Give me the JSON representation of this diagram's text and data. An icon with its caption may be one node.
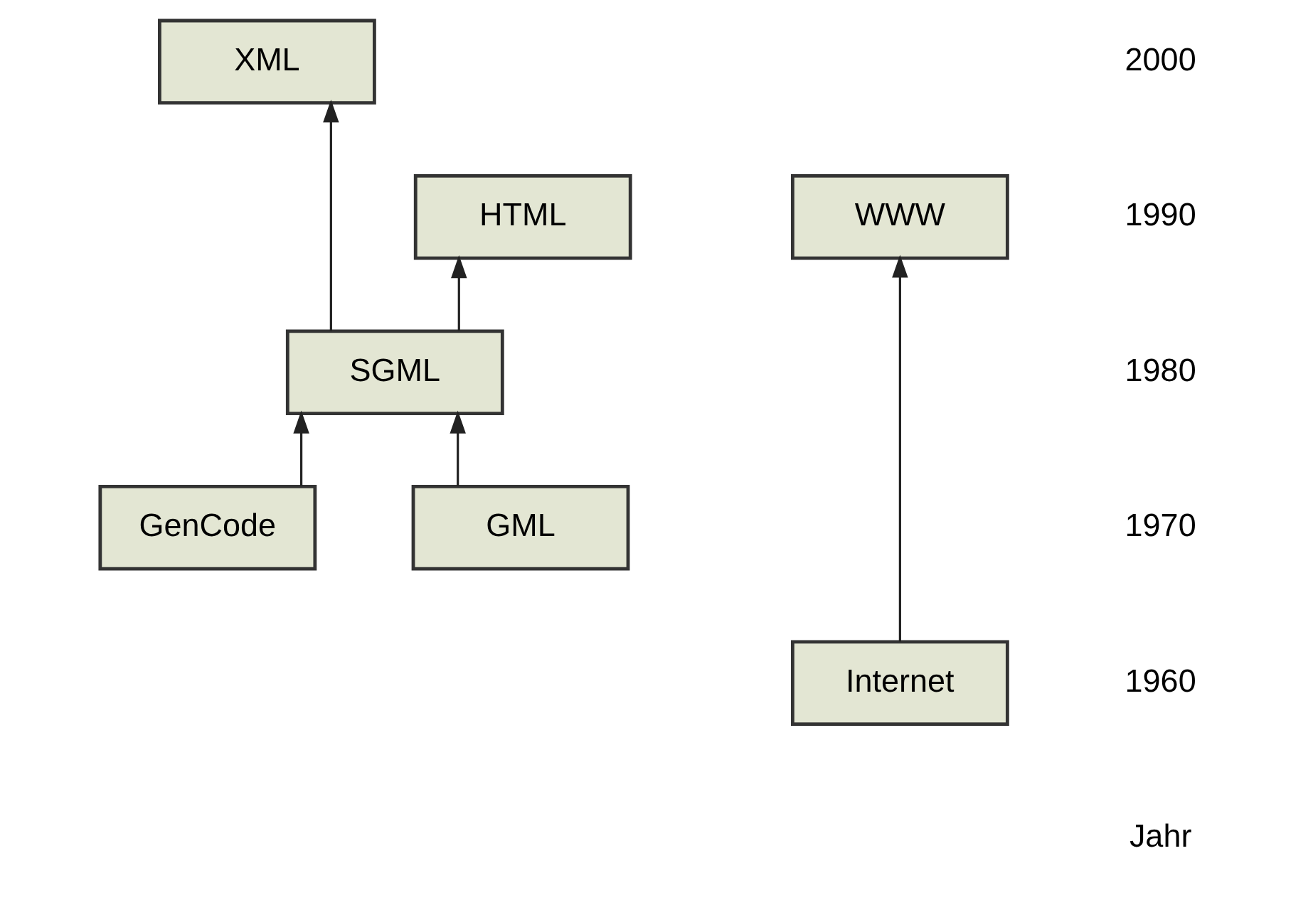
{
  "diagram": {
    "nodes": [
      {
        "text": [
          "XML"
        ]
      },
      {
        "text": [
          "HTML"
        ]
      },
      {
        "text": [
          "WWW"
        ]
      },
      {
        "text": [
          "SGML"
        ]
      },
      {
        "text": [
          "GenCode"
        ]
      },
      {
        "text": [
          "GML"
        ]
      },
      {
        "text": [
          "Internet"
        ]
      }
    ],
    "edges": [
      {
        "from": 4,
        "to": 3,
        "arrow": "to"
      },
      {
        "from": 5,
        "to": 3,
        "arrow": "to"
      },
      {
        "from": 3,
        "to": 1,
        "arrow": "to"
      },
      {
        "from": 3,
        "to": 0,
        "arrow": "to"
      },
      {
        "from": 6,
        "to": 2,
        "arrow": "to"
      }
    ],
    "labels": [
      "2000",
      "1990",
      "1980",
      "1970",
      "1960",
      "Jahr"
    ]
  }
}
